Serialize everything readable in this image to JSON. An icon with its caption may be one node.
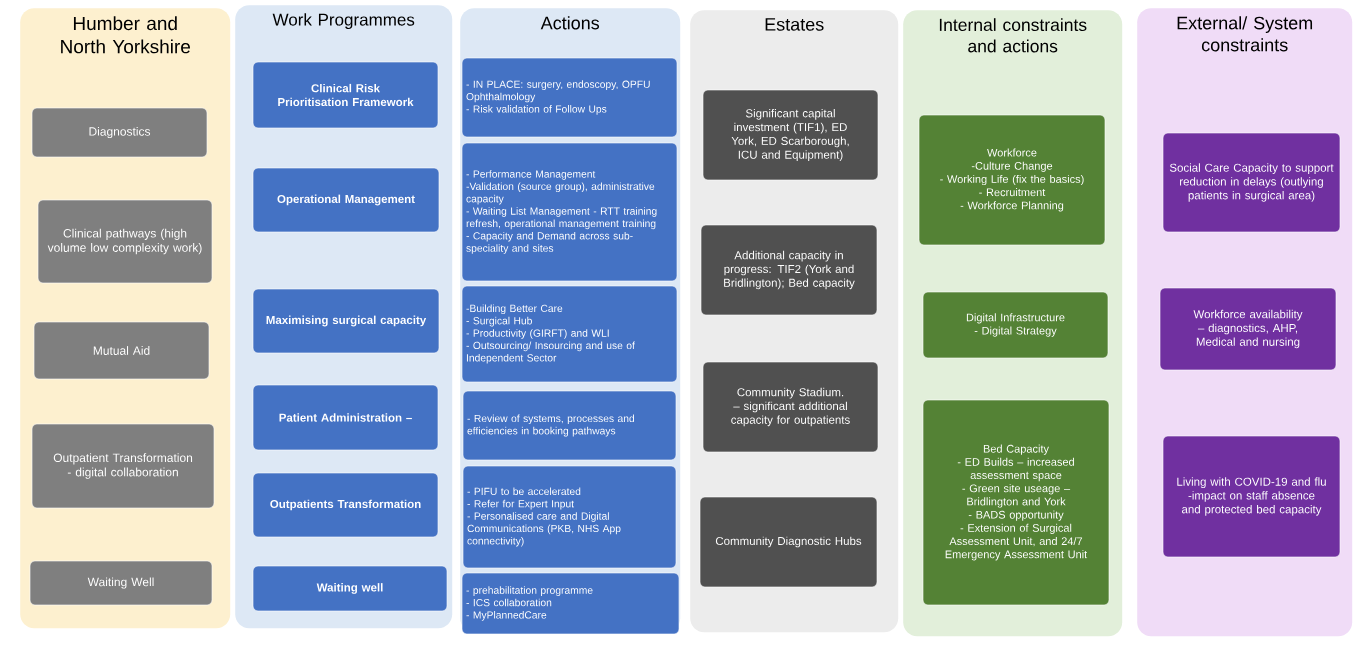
{
  "diagram": {
    "nodes": [
      {
        "text": [
          "Humber and North Yorkshire"
        ]
      },
      {
        "text": [
          "Diagnostics"
        ],
        "in": 0
      },
      {
        "text": [
          "Clinical pathways (high volume low complexity work)"
        ],
        "in": 0
      },
      {
        "text": [
          "Mutual Aid"
        ],
        "in": 0
      },
      {
        "text": [
          "Outpatient Transformation  - digital collaboration"
        ],
        "in": 0
      },
      {
        "text": [
          "Waiting Well"
        ],
        "in": 0
      },
      {
        "text": [
          "Work Programmes"
        ]
      },
      {
        "text": [
          "Clinical Risk Prioritisation Framework"
        ],
        "in": 6
      },
      {
        "text": [
          "Operational Management"
        ],
        "in": 6
      },
      {
        "text": [
          "Maximising surgical capacity"
        ],
        "in": 6
      },
      {
        "text": [
          "Patient Administration –"
        ],
        "in": 6
      },
      {
        "text": [
          "Outpatients Transformation"
        ],
        "in": 6
      },
      {
        "text": [
          "Waiting well"
        ],
        "in": 6
      },
      {
        "text": [
          "Actions"
        ]
      },
      {
        "text": [
          "- IN PLACE: surgery, endoscopy, OPFU Ophthalmology",
          "- Risk validation of Follow Ups"
        ],
        "in": 13
      },
      {
        "text": [
          "-  Performance Management",
          "-Validation (source group), administrative capacity",
          "- Waiting List Management - RTT training refresh, operational management training",
          "- Capacity and Demand across sub-speciality and sites"
        ],
        "in": 13
      },
      {
        "text": [
          "-Building Better Care",
          "- Surgical Hub",
          "- Productivity (GIRFT) and WLI",
          "- Outsourcing/ Insourcing and use of Independent Sector"
        ],
        "in": 13
      },
      {
        "text": [
          "- Review of systems, processes and efficiencies in booking pathways"
        ],
        "in": 13
      },
      {
        "text": [
          "- PIFU to be accelerated",
          "- Refer for Expert Input",
          "- Personalised care and Digital Communications (PKB, NHS App connectivity)"
        ],
        "in": 13
      },
      {
        "text": [
          "- prehabilitation  programme",
          "- ICS collaboration",
          "- MyPlannedCare"
        ],
        "in": 13
      },
      {
        "text": [
          "Estates"
        ]
      },
      {
        "text": [
          "Significant capital investment (TIF1), ED York, ED Scarborough, ICU and Equipment)"
        ],
        "in": 20
      },
      {
        "text": [
          "Additional capacity in progress: TIF2 (York and Bridlington); Bed capacity"
        ],
        "in": 20
      },
      {
        "text": [
          "Community Stadium. – significant additional capacity for outpatients"
        ],
        "in": 20
      },
      {
        "text": [
          "Community Diagnostic Hubs"
        ],
        "in": 20
      },
      {
        "text": [
          "Internal constraints and actions"
        ]
      },
      {
        "text": [
          "Workforce",
          "-Culture Change",
          "- Working Life (fix the basics)",
          "- Recruitment",
          "- Workforce Planning"
        ],
        "in": 25
      },
      {
        "text": [
          "Digital Infrastructure",
          "- Digital Strategy"
        ],
        "in": 25
      },
      {
        "text": [
          "Bed Capacity",
          "- ED Builds – increased assessment space",
          "- Green site useage – Bridlington and York",
          "- BADS opportunity",
          "- Extension of Surgical Assessment Unit, and 24/7 Emergency Assessment Unit"
        ],
        "in": 25
      },
      {
        "text": [
          "External/ System constraints"
        ]
      },
      {
        "text": [
          "Social Care Capacity to support reduction in delays (outlying patients in surgical area)"
        ],
        "in": 29
      },
      {
        "text": [
          "Workforce availability – diagnostics, AHP, Medical and nursing"
        ],
        "in": 29
      },
      {
        "text": [
          "Living with COVID-19 and flu",
          "-impact on staff absence and protected bed capacity"
        ],
        "in": 29
      }
    ]
  }
}
